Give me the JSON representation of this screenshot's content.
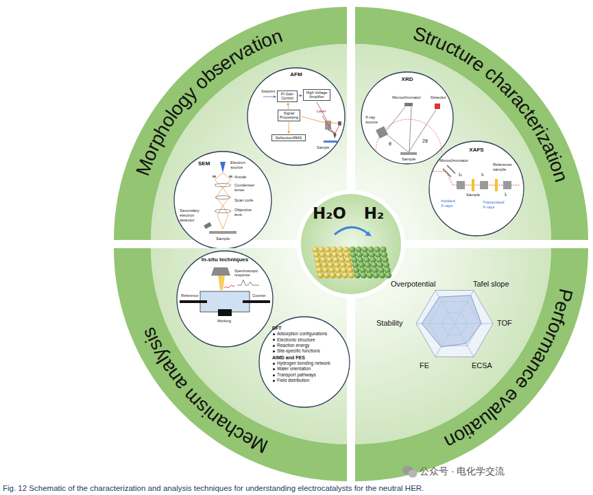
{
  "diagram": {
    "caption": "Fig. 12 Schematic of the characterization and analysis techniques for understanding electrocatalysts for the neutral HER.",
    "nodes": [
      {
        "text": [
          "Morphology observation"
        ]
      },
      {
        "text": [
          "AFM"
        ],
        "in": 0
      },
      {
        "text": [
          "PI Gain Control"
        ],
        "in": 1
      },
      {
        "text": [
          "High Voltage Amplifier"
        ],
        "in": 1
      },
      {
        "text": [
          "Signal Processing"
        ],
        "in": 1
      },
      {
        "text": [
          "Deflection/RMS"
        ],
        "in": 1
      },
      {
        "text": [
          "SEM"
        ],
        "in": 0
      },
      {
        "text": [
          "Structure characterization"
        ]
      },
      {
        "text": [
          "XRD"
        ],
        "in": 7
      },
      {
        "text": [
          "XAFS"
        ],
        "in": 7
      },
      {
        "text": [
          "Performance evaluation"
        ]
      },
      {
        "text": [
          "Mechanism analysis"
        ]
      },
      {
        "text": [
          "In-situ techniques"
        ],
        "in": 11
      },
      {
        "text": [
          "DFT",
          "Adsorption configurations",
          "Electronic structure",
          "Reaction energy",
          "Site-specific functions",
          "AIMD and FES",
          "Hydrogen bonding network",
          "Water orientation",
          "Transport pathways",
          "Field distribution"
        ],
        "in": 11
      },
      {
        "text": [
          "H₂O",
          "H₂"
        ]
      }
    ],
    "edges": [
      {
        "from": 2,
        "to": 3,
        "arrow": "to"
      },
      {
        "from": 4,
        "to": 2,
        "arrow": "to"
      },
      {
        "from": 4,
        "to": 5,
        "arrow": "to"
      }
    ],
    "labels": [
      "Setpoint",
      "Laser",
      "Sample",
      "Electron source",
      "Anode",
      "Condenser lense",
      "Scan coils",
      "Objective lens",
      "Secondary electron detector",
      "Sample",
      "X-ray source",
      "Monochromator",
      "Detector",
      "θ",
      "2θ",
      "Sample",
      "Monochromator",
      "I₀",
      "Sample",
      "Iₜ",
      "Reference sample",
      "Iᵣ",
      "Incident X-rays",
      "Transmitted X-rays",
      "Spectroscopic response",
      "Reference",
      "Counter",
      "Working",
      "Overpotential",
      "Tafel slope",
      "TOF",
      "ECSA",
      "FE",
      "Stability",
      "公众号 · 电化学交流"
    ]
  }
}
